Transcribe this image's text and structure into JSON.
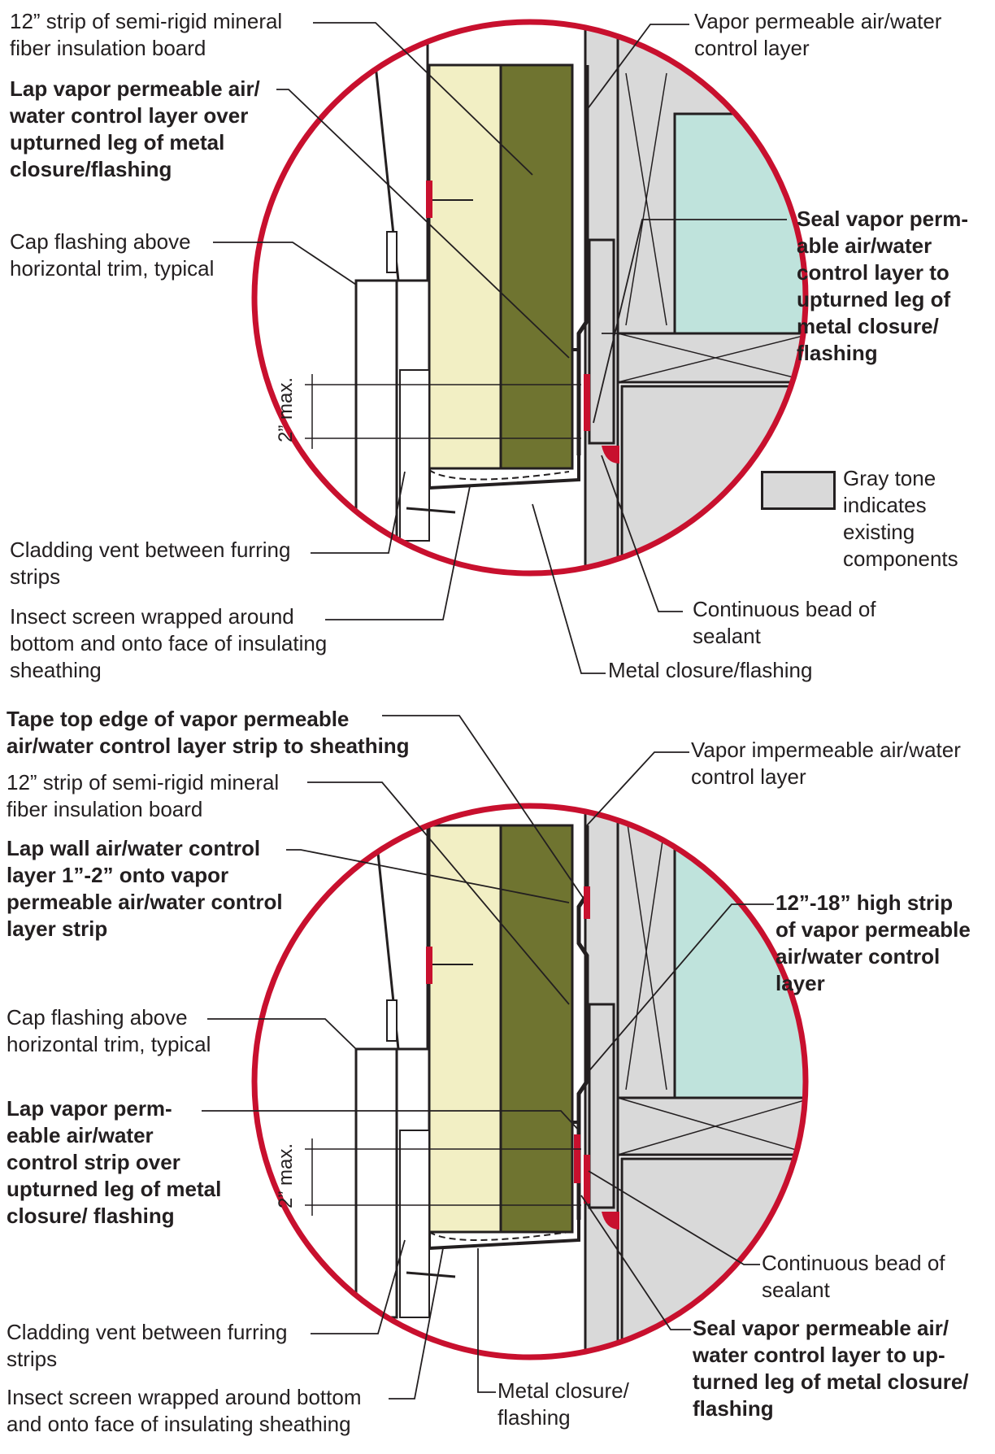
{
  "top_detail": {
    "labels": {
      "strip_insulation": "12” strip of semi-rigid mineral\nfiber insulation board",
      "lap_over_leg": "Lap vapor permeable air/\nwater control layer over\nupturned leg of metal\nclosure/flashing",
      "cap_flashing": "Cap flashing above\nhorizontal trim, typical",
      "vapor_permeable": "Vapor permeable air/water\ncontrol layer",
      "seal_to_leg": "Seal vapor perm-\nable air/water\ncontrol layer to\nupturned leg of\nmetal closure/\nflashing",
      "cladding_vent": "Cladding vent between furring\nstrips",
      "insect_screen": "Insect screen wrapped around\nbottom and onto face of insulating\nsheathing",
      "sealant": "Continuous bead of\nsealant",
      "metal_closure": "Metal closure/flashing",
      "dimension": "2” max."
    }
  },
  "legend": {
    "text": "Gray tone\nindicates\nexisting\ncomponents",
    "swatch_color": "#d9d9d9"
  },
  "bottom_detail": {
    "labels": {
      "tape_top_edge": "Tape top edge of vapor permeable\nair/water control layer strip to sheathing",
      "strip_insulation": "12” strip of semi-rigid mineral\nfiber insulation board",
      "lap_wall_layer": "Lap wall air/water control\nlayer 1”-2” onto vapor\npermeable air/water control\nlayer strip",
      "cap_flashing": "Cap flashing above\nhorizontal trim, typical",
      "lap_strip_over_leg": "Lap vapor perm-\neable air/water\ncontrol strip over\nupturned leg of metal\nclosure/ flashing",
      "vapor_impermeable": "Vapor impermeable air/water\ncontrol layer",
      "high_strip": "12”-18” high strip\nof vapor permeable\nair/water control\nlayer",
      "sealant": "Continuous bead of\nsealant",
      "seal_to_leg": "Seal vapor permeable air/\nwater control layer to up-\nturned leg of metal closure/\nflashing",
      "cladding_vent": "Cladding vent between furring\nstrips",
      "insect_screen": "Insect screen wrapped around bottom\nand onto face of insulating sheathing",
      "metal_closure": "Metal closure/\nflashing",
      "dimension": "2” max."
    }
  },
  "colors": {
    "circle": "#c8102e",
    "insulation_board": "#f2efc4",
    "mineral_fiber": "#6f7430",
    "existing_gray": "#d9d9d9",
    "cavity_insulation": "#bfe3dc",
    "sealant": "#c8102e",
    "linework": "#231f20"
  }
}
